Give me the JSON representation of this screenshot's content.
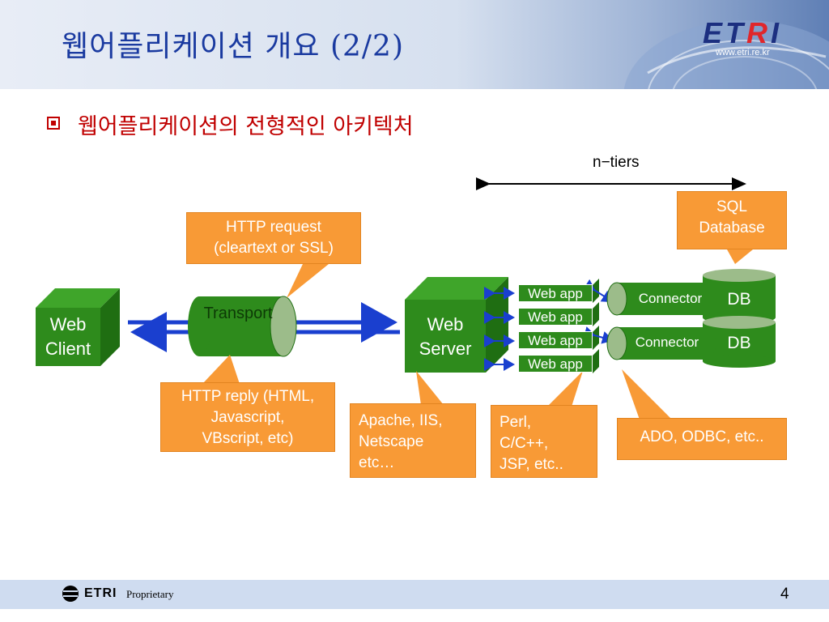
{
  "slide": {
    "title": "웹어플리케이션 개요 (2/2)",
    "subtitle": "웹어플리케이션의 전형적인 아키텍처",
    "page_number": "4"
  },
  "logo": {
    "text_left": "ET",
    "text_right": "I",
    "text_r": "R",
    "url": "www.etri.re.kr"
  },
  "footer": {
    "logo_text": "ETRI",
    "text": "Proprietary"
  },
  "diagram": {
    "web_client": "Web\nClient",
    "transport": "Transport",
    "web_server": "Web\nServer",
    "web_apps": [
      "Web app",
      "Web app",
      "Web app",
      "Web app"
    ],
    "connectors": [
      "Connector",
      "Connector"
    ],
    "databases": [
      "DB",
      "DB"
    ],
    "n_tiers": "n−tiers",
    "callouts": {
      "http_request": "HTTP request\n(cleartext or SSL)",
      "http_reply": "HTTP reply (HTML,\nJavascript,\nVBscript, etc)",
      "apache": "Apache, IIS,\nNetscape\n etc…",
      "perl": "Perl,\nC/C++,\nJSP, etc..",
      "ado": "ADO, ODBC, etc..",
      "sql": "SQL\nDatabase"
    },
    "colors": {
      "box_green": "#2e8b1c",
      "callout_orange": "#f89a36",
      "arrow_blue": "#1a3fcf",
      "title_blue": "#1a3aa0",
      "subtitle_red": "#c00000"
    }
  }
}
